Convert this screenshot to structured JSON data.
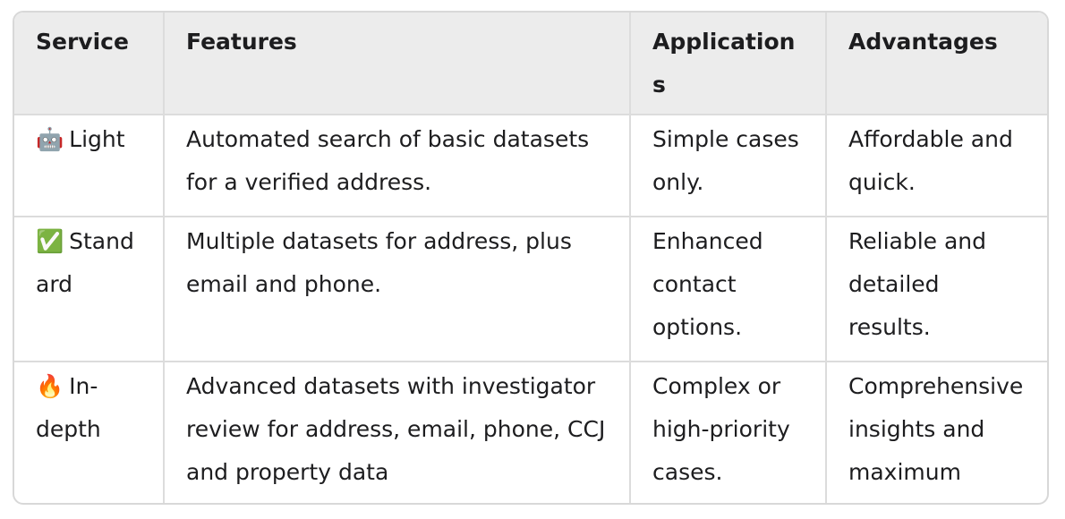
{
  "table": {
    "headers": {
      "service": "Service",
      "features": "Features",
      "applications": "Applications",
      "advantages": "Advantages"
    },
    "rows": [
      {
        "icon": "🤖",
        "icon_name": "robot-icon",
        "service": "Light",
        "features": "Automated search of basic datasets for a verified address.",
        "applications": "Simple cases only.",
        "advantages": "Affordable and quick."
      },
      {
        "icon": "✅",
        "icon_name": "check-mark-icon",
        "service": "Standard",
        "features": "Multiple datasets for address, plus email and phone.",
        "applications": "Enhanced contact options.",
        "advantages": "Reliable and detailed results."
      },
      {
        "icon": "🔥",
        "icon_name": "fire-icon",
        "service": "In-depth",
        "features": "Advanced datasets with investigator review for address, email, phone, CCJ and property data",
        "applications": "Complex or high-priority cases.",
        "advantages": "Comprehensive insights and maximum accuracy."
      }
    ]
  }
}
